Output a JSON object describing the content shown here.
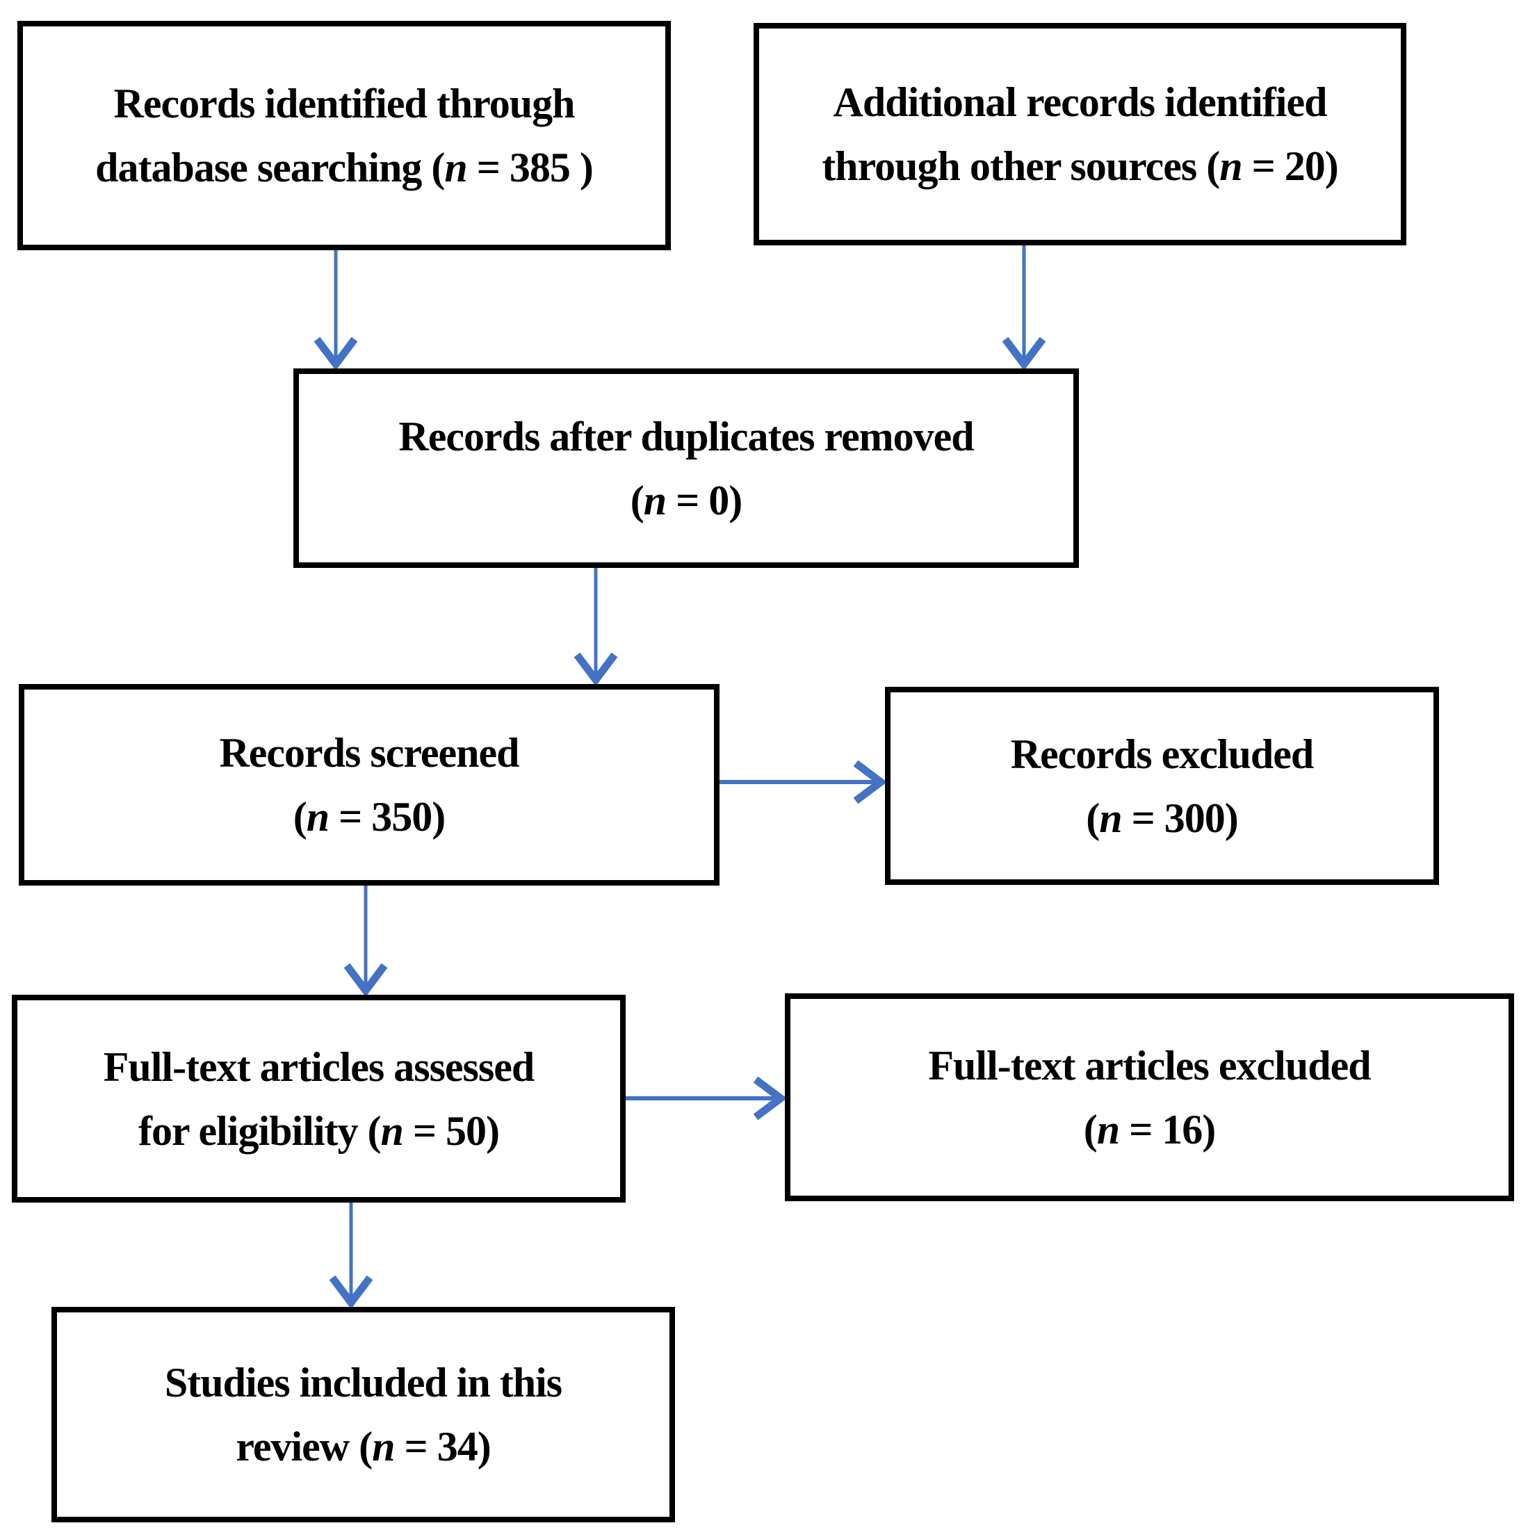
{
  "diagram_type": "prisma-flowchart",
  "colors": {
    "arrow": "#4472C4",
    "box_border": "#000000",
    "box_background": "#FFFFFF",
    "text": "#000000",
    "page_background": "#FFFFFF"
  },
  "boxes": [
    {
      "id": "records-identified",
      "lines": [
        "Records identified through",
        "database searching (n = 385 )"
      ]
    },
    {
      "id": "additional-records",
      "lines": [
        "Additional records identified",
        "through other sources (n = 20)"
      ]
    },
    {
      "id": "after-duplicates",
      "lines": [
        "Records after duplicates removed",
        "(n = 0)"
      ]
    },
    {
      "id": "records-screened",
      "lines": [
        "Records screened",
        "(n = 350)"
      ]
    },
    {
      "id": "records-excluded",
      "lines": [
        "Records excluded",
        "(n = 300)"
      ]
    },
    {
      "id": "fulltext-assessed",
      "lines": [
        "Full-text articles assessed",
        "for eligibility (n = 50)"
      ]
    },
    {
      "id": "fulltext-excluded",
      "lines": [
        "Full-text articles excluded",
        "(n = 16)"
      ]
    },
    {
      "id": "studies-included",
      "lines": [
        "Studies included in this",
        "review (n = 34)"
      ]
    }
  ],
  "arrows": [
    {
      "from": "records-identified",
      "to": "after-duplicates",
      "direction": "down"
    },
    {
      "from": "additional-records",
      "to": "after-duplicates",
      "direction": "down"
    },
    {
      "from": "after-duplicates",
      "to": "records-screened",
      "direction": "down"
    },
    {
      "from": "records-screened",
      "to": "records-excluded",
      "direction": "right"
    },
    {
      "from": "records-screened",
      "to": "fulltext-assessed",
      "direction": "down"
    },
    {
      "from": "fulltext-assessed",
      "to": "fulltext-excluded",
      "direction": "right"
    },
    {
      "from": "fulltext-assessed",
      "to": "studies-included",
      "direction": "down"
    }
  ]
}
